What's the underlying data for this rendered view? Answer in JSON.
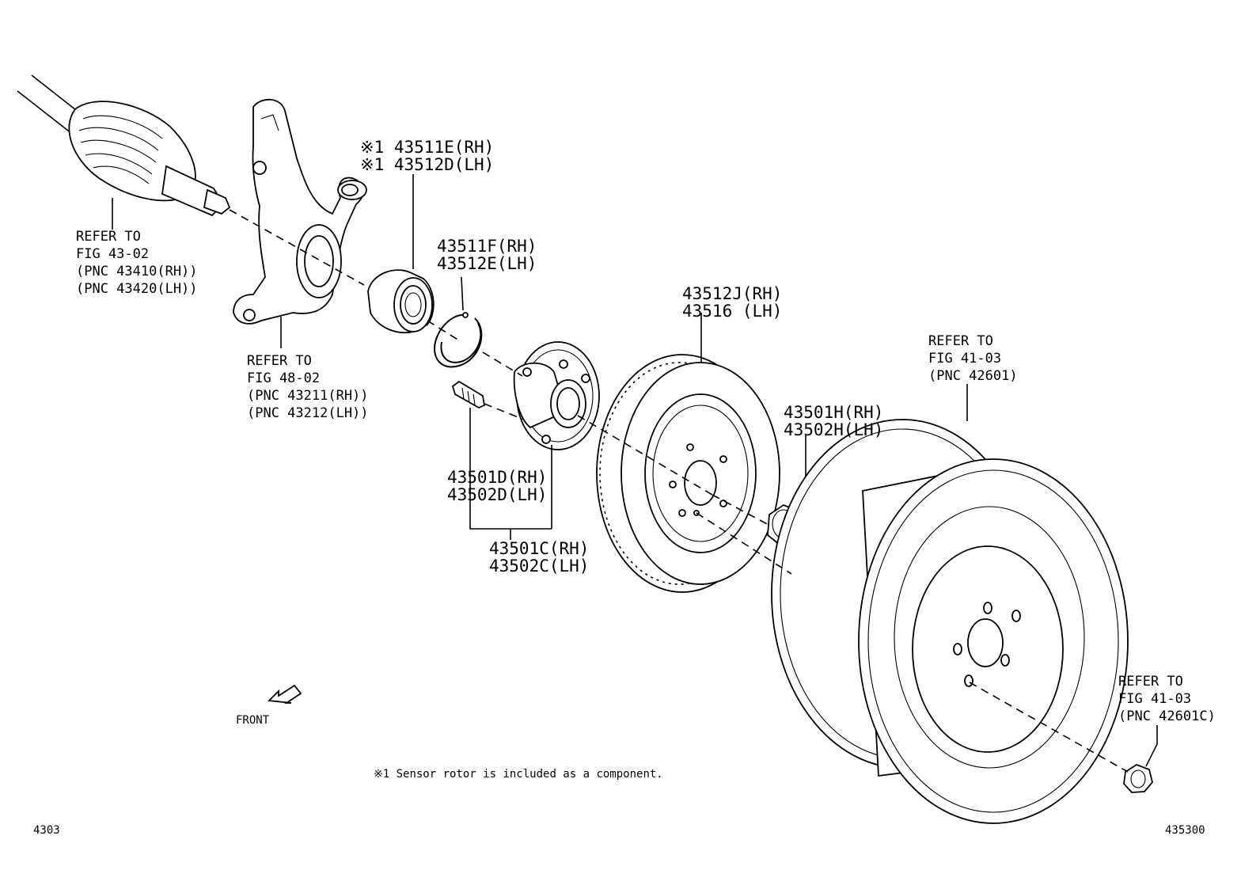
{
  "figure": {
    "callouts": [
      {
        "id": "sensor_bearing_rh",
        "text": "※1 43511E(RH)"
      },
      {
        "id": "sensor_bearing_lh",
        "text": "※1 43512D(LH)"
      },
      {
        "id": "snap_ring_rh",
        "text": "43511F(RH)"
      },
      {
        "id": "snap_ring_lh",
        "text": "43512E(LH)"
      },
      {
        "id": "disc_rh",
        "text": "43512J(RH)"
      },
      {
        "id": "disc_lh",
        "text": "43516 (LH)"
      },
      {
        "id": "bolt_rh",
        "text": "43501D(RH)"
      },
      {
        "id": "bolt_lh",
        "text": "43502D(LH)"
      },
      {
        "id": "hub_rh",
        "text": "43501C(RH)"
      },
      {
        "id": "hub_lh",
        "text": "43502C(LH)"
      },
      {
        "id": "nut_rh",
        "text": "43501H(RH)"
      },
      {
        "id": "nut_lh",
        "text": "43502H(LH)"
      }
    ],
    "refer_axle": [
      "REFER TO",
      "FIG 43-02",
      "(PNC 43410(RH))",
      "(PNC 43420(LH))"
    ],
    "refer_knuckle": [
      "REFER TO",
      "FIG 48-02",
      "(PNC 43211(RH))",
      "(PNC 43212(LH))"
    ],
    "refer_wheel": [
      "REFER TO",
      "FIG 41-03",
      "(PNC 42601)"
    ],
    "refer_wheel_nut": [
      "REFER TO",
      "FIG 41-03",
      "(PNC 42601C)"
    ],
    "front_label": "FRONT",
    "footnote": "※1 Sensor rotor is included as a component.",
    "fig_code_left": "4303",
    "fig_code_right": "435300"
  }
}
